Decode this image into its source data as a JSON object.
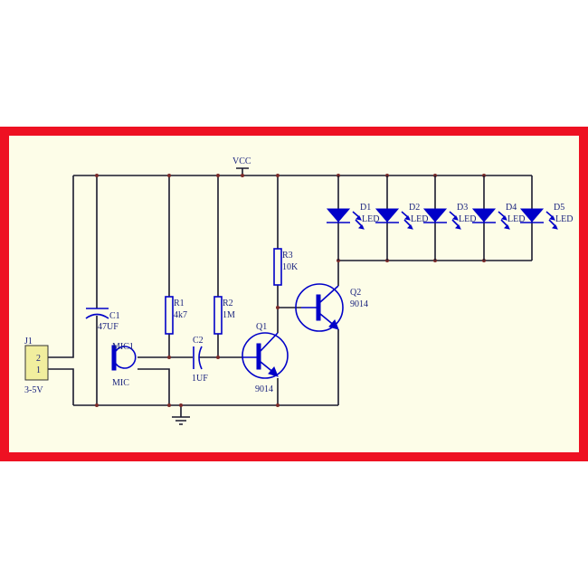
{
  "frame_color": "#ee1122",
  "background_color": "#fdfde8",
  "labels": {
    "vcc": "VCC",
    "j1": "J1",
    "j1_pin2": "2",
    "j1_pin1": "1",
    "j1_value": "3-5V",
    "c1": "C1",
    "c1_value": "47UF",
    "mic1": "MIC1",
    "mic_value": "MIC",
    "r1": "R1",
    "r1_value": "4k7",
    "r2": "R2",
    "r2_value": "1M",
    "c2": "C2",
    "c2_value": "1UF",
    "q1": "Q1",
    "q1_value": "9014",
    "r3": "R3",
    "r3_value": "10K",
    "q2": "Q2",
    "q2_value": "9014"
  },
  "leds": [
    {
      "ref": "D1",
      "value": "LED"
    },
    {
      "ref": "D2",
      "value": "LED"
    },
    {
      "ref": "D3",
      "value": "LED"
    },
    {
      "ref": "D4",
      "value": "LED"
    },
    {
      "ref": "D5",
      "value": "LED"
    }
  ]
}
